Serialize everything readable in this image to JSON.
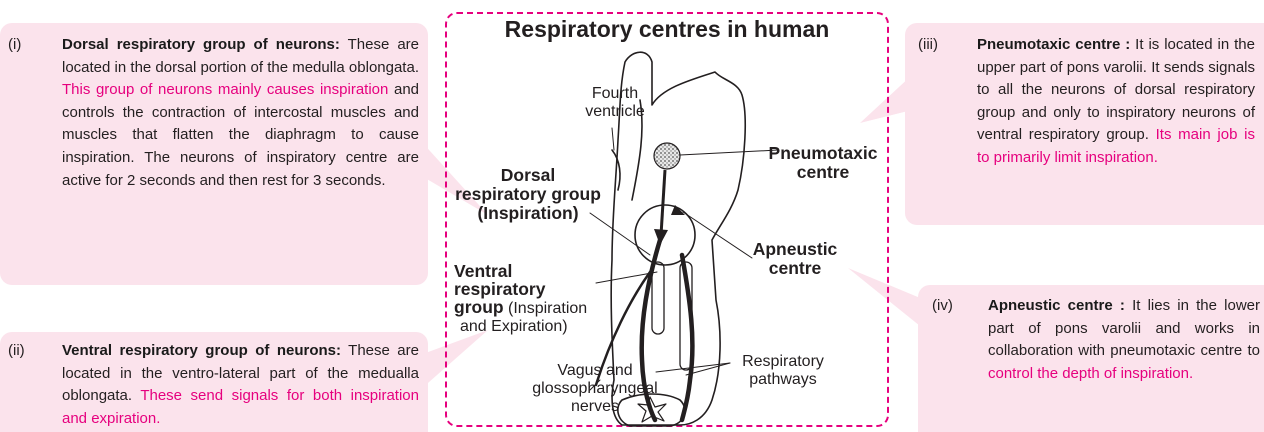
{
  "diagram": {
    "title": "Respiratory centres in human",
    "labels": {
      "fourth_ventricle": [
        "Fourth",
        "ventricle"
      ],
      "pneumotaxic_centre": [
        "Pneumotaxic",
        "centre"
      ],
      "dorsal_group": [
        "Dorsal",
        "respiratory group",
        "(Inspiration)"
      ],
      "apneustic_centre": [
        "Apneustic",
        "centre"
      ],
      "ventral_group_bold": "Ventral respiratory",
      "ventral_group_bold2": "group",
      "ventral_group_rest": " (Inspiration",
      "ventral_group_line3": "and Expiration)",
      "vagus_nerves": [
        "Vagus and",
        "glossopharyngeal",
        "nerves"
      ],
      "respiratory_pathways": [
        "Respiratory",
        "pathways"
      ]
    }
  },
  "boxes": {
    "dorsal": {
      "number": "(i)",
      "heading": "Dorsal respiratory group of neurons:",
      "text_1": " These are located in the dorsal portion of the medulla oblongata. ",
      "highlight": "This group of neurons mainly causes inspiration",
      "text_2": " and controls the contraction of intercostal muscles and muscles that flatten the diaphragm to cause inspiration. The neurons of inspiratory centre are active for 2 seconds and then rest for 3 seconds."
    },
    "ventral": {
      "number": "(ii)",
      "heading": "Ventral respiratory group of neurons:",
      "text_1": " These are located in the ventro-lateral part of the medualla oblongata. ",
      "highlight": "These send signals for both inspiration and expiration."
    },
    "pneumotaxic": {
      "number": "(iii)",
      "heading": "Pneumotaxic centre :",
      "text_1": " It is located in the upper part of pons varolii. It sends signals to all the neurons of dorsal respiratory group and only to inspiratory neurons of ventral respiratory group. ",
      "highlight": "Its main job is to primarily limit inspiration."
    },
    "apneustic": {
      "number": "(iv)",
      "heading": "Apneustic centre :",
      "text_1": " It lies in the lower part of pons varolii and works in collaboration with pneumotaxic centre to ",
      "highlight": "control the depth of inspiration."
    }
  },
  "colors": {
    "box_fill": "#fbe3ec",
    "accent": "#e6007e",
    "text": "#231f20"
  }
}
